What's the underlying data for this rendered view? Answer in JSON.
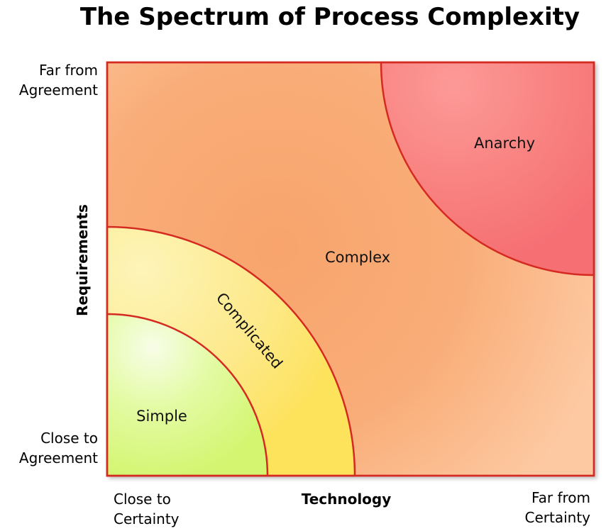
{
  "title": "The Spectrum of Process Complexity",
  "y_axis": {
    "title": "Requirements",
    "top_label": "Far from\nAgreement",
    "bottom_label": "Close to\nAgreement"
  },
  "x_axis": {
    "title": "Technology",
    "left_label": "Close to\nCertainty",
    "right_label": "Far from\nCertainty"
  },
  "regions": {
    "simple": "Simple",
    "complicated": "Complicated",
    "complex": "Complex",
    "anarchy": "Anarchy"
  },
  "colors": {
    "border": "#d42a22",
    "complex": "#f9ac74",
    "anarchy": "#f77377",
    "complicated": "#fde66a",
    "simple": "#d6f77a"
  }
}
